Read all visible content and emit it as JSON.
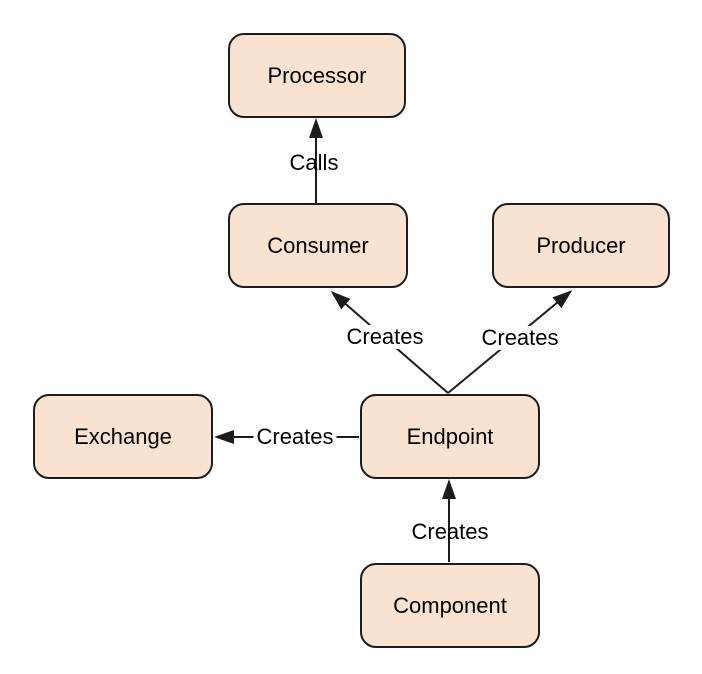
{
  "diagram": {
    "nodes": {
      "processor": {
        "label": "Processor"
      },
      "consumer": {
        "label": "Consumer"
      },
      "producer": {
        "label": "Producer"
      },
      "exchange": {
        "label": "Exchange"
      },
      "endpoint": {
        "label": "Endpoint"
      },
      "component": {
        "label": "Component"
      }
    },
    "edges": {
      "consumer_processor": {
        "from": "Consumer",
        "to": "Processor",
        "label": "Calls"
      },
      "endpoint_consumer": {
        "from": "Endpoint",
        "to": "Consumer",
        "label": "Creates"
      },
      "endpoint_producer": {
        "from": "Endpoint",
        "to": "Producer",
        "label": "Creates"
      },
      "endpoint_exchange": {
        "from": "Endpoint",
        "to": "Exchange",
        "label": "Creates"
      },
      "component_endpoint": {
        "from": "Component",
        "to": "Endpoint",
        "label": "Creates"
      }
    },
    "colors": {
      "node_fill": "#f9e3d0",
      "node_border": "#1c1c1c",
      "edge_stroke": "#1c1c1c",
      "text": "#000000",
      "background": "#ffffff"
    }
  }
}
